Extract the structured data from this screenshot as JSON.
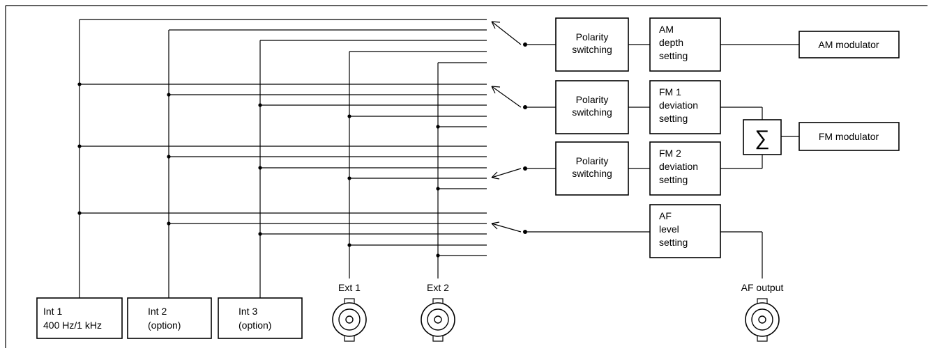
{
  "sources": {
    "int1": {
      "line1": "Int 1",
      "line2": "400 Hz/1 kHz"
    },
    "int2": {
      "line1": "Int 2",
      "line2": "(option)"
    },
    "int3": {
      "line1": "Int 3",
      "line2": "(option)"
    },
    "ext1": {
      "label": "Ext 1"
    },
    "ext2": {
      "label": "Ext 2"
    }
  },
  "polarity": {
    "line1": "Polarity",
    "line2": "switching"
  },
  "am_depth": {
    "line1": "AM",
    "line2": "depth",
    "line3": "setting"
  },
  "fm1_dev": {
    "line1": "FM 1",
    "line2": "deviation",
    "line3": "setting"
  },
  "fm2_dev": {
    "line1": "FM 2",
    "line2": "deviation",
    "line3": "setting"
  },
  "af_level": {
    "line1": "AF",
    "line2": "level",
    "line3": "setting"
  },
  "am_modulator": "AM modulator",
  "fm_modulator": "FM modulator",
  "sum_symbol": "∑",
  "af_output": "AF output"
}
